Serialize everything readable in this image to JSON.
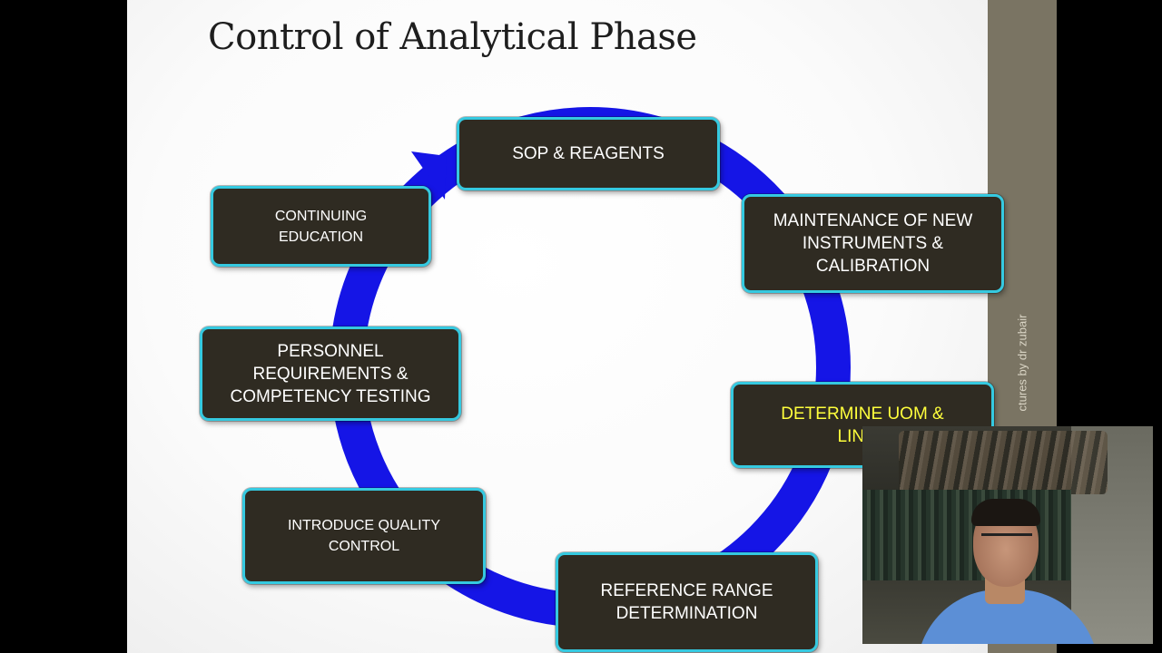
{
  "title": "Control of Analytical Phase",
  "watermark": "ctures by dr zubair",
  "colors": {
    "slide_bg": "#ffffff",
    "box_fill": "#2f2b22",
    "box_border": "#35c9e0",
    "ring_arrow": "#1515e6",
    "box_text": "#ffffff",
    "highlight_text": "#ffff3c",
    "side_band": "#7a7463"
  },
  "cycle_steps": [
    {
      "id": "sop",
      "label": "SOP & REAGENTS"
    },
    {
      "id": "maintenance",
      "label": "MAINTENANCE OF    NEW\nINSTRUMENTS &\nCALIBRATION"
    },
    {
      "id": "uom",
      "label": "DETERMINE UOM  &\nLINEA",
      "highlight": true
    },
    {
      "id": "reference",
      "label": "REFERENCE RANGE\nDETERMINATION"
    },
    {
      "id": "qc",
      "label": "INTRODUCE QUALITY\nCONTROL"
    },
    {
      "id": "personnel",
      "label": "PERSONNEL\nREQUIREMENTS &\nCOMPETENCY TESTING"
    },
    {
      "id": "education",
      "label": "CONTINUING\nEDUCATION"
    }
  ],
  "webcam": {
    "content": "presenter-video"
  }
}
